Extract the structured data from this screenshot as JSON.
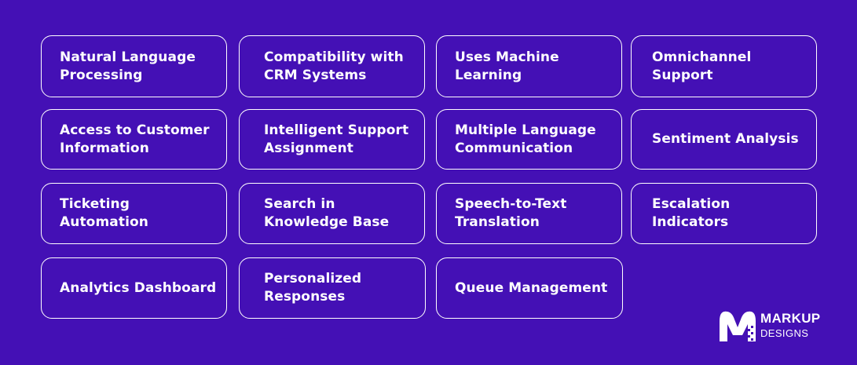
{
  "features": [
    "Natural Language\nProcessing",
    "Compatibility with\nCRM Systems",
    "Uses Machine\nLearning",
    "Omnichannel\nSupport",
    "Access to Customer\nInformation",
    "Intelligent Support\nAssignment",
    "Multiple Language\nCommunication",
    "Sentiment Analysis",
    "Ticketing\nAutomation",
    "Search in\nKnowledge Base",
    "Speech-to-Text\nTranslation",
    "Escalation Indicators",
    "Analytics Dashboard",
    "Personalized\nResponses",
    "Queue Management"
  ],
  "logo": {
    "brand": "MARKUP",
    "sub": "DESIGNS"
  },
  "colors": {
    "background": "#4410b5",
    "foreground": "#ffffff"
  }
}
